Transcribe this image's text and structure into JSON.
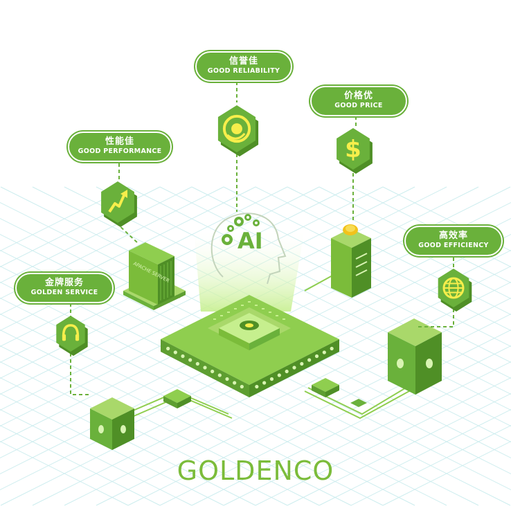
{
  "brand": "GOLDENCO",
  "ai_label": "AI",
  "server_label": "APACHE SERVER",
  "colors": {
    "green": "#6ab13b",
    "green_dark": "#4f8f26",
    "green_light": "#a9d86a",
    "icon_yellow": "#f7ee4b",
    "grid": "#bfe8ea",
    "coin": "#f2c21b"
  },
  "features": [
    {
      "zh": "信誉佳",
      "en": "GOOD RELIABILITY",
      "icon": "support-agent-icon"
    },
    {
      "zh": "价格优",
      "en": "GOOD PRICE",
      "icon": "dollar-icon"
    },
    {
      "zh": "性能佳",
      "en": "GOOD PERFORMANCE",
      "icon": "growth-arrow-icon"
    },
    {
      "zh": "高效率",
      "en": "GOOD EFFICIENCY",
      "icon": "globe-icon"
    },
    {
      "zh": "金牌服务",
      "en": "GOLDEN SERVICE",
      "icon": "headphones-icon"
    }
  ]
}
